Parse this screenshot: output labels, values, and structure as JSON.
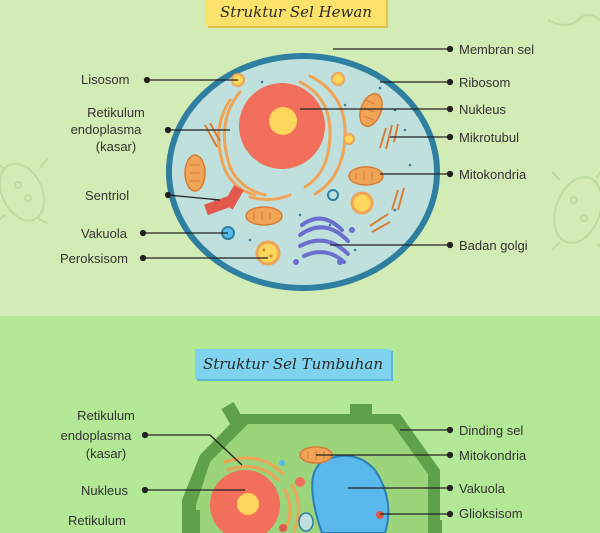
{
  "animal_section": {
    "title": "Struktur Sel Hewan",
    "labels_left": {
      "lisosom": "Lisosom",
      "retikulum_1": "Retikulum",
      "retikulum_2": "endoplasma",
      "retikulum_3": "(kasar)",
      "sentriol": "Sentriol",
      "vakuola": "Vakuola",
      "peroksisom": "Peroksisom"
    },
    "labels_right": {
      "membran_sel": "Membran sel",
      "ribosom": "Ribosom",
      "nukleus": "Nukleus",
      "mikrotubul": "Mikrotubul",
      "mitokondria": "Mitokondria",
      "badan_golgi": "Badan golgi"
    }
  },
  "plant_section": {
    "title": "Struktur Sel Tumbuhan",
    "labels_left": {
      "retikulum_1": "Retikulum",
      "retikulum_2": "endoplasma",
      "retikulum_3": "(kasar)",
      "nukleus": "Nukleus",
      "retikulum_bottom": "Retikulum"
    },
    "labels_right": {
      "dinding_sel": "Dinding sel",
      "mitokondria": "Mitokondria",
      "vakuola": "Vakuola",
      "glioksisom": "Glioksisom"
    }
  },
  "colors": {
    "top_background": "#d3ebb5",
    "bottom_background": "#b3e897",
    "animal_membrane": "#2f7fa0",
    "animal_cytoplasm": "#bfe0dd",
    "nucleus": "#f26f5c",
    "nucleolus": "#fcd75b",
    "organelle_orange": "#f0a458",
    "golgi": "#6d6fcf",
    "plant_wall": "#5fa04a",
    "plant_cytoplasm": "#9bd47a",
    "plant_vacuole": "#5ab9ec"
  }
}
